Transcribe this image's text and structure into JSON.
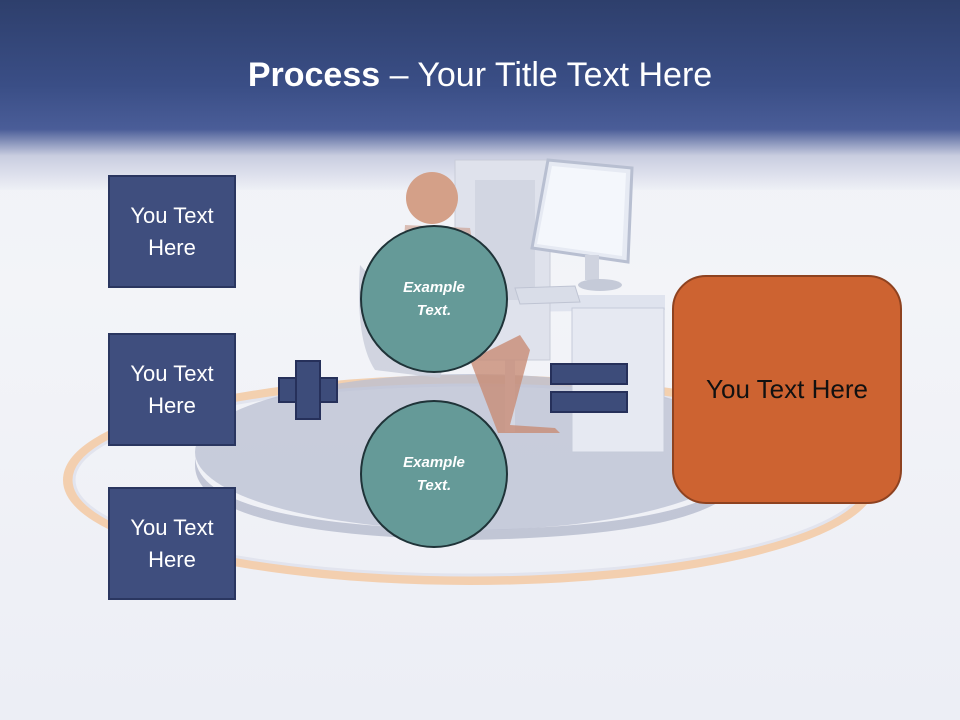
{
  "title": {
    "bold": "Process",
    "dash": " – ",
    "rest": "Your Title Text Here"
  },
  "left_boxes": [
    {
      "line1": "You Text",
      "line2": "Here"
    },
    {
      "line1": "You Text",
      "line2": "Here"
    },
    {
      "line1": "You Text",
      "line2": "Here"
    }
  ],
  "circles": [
    {
      "line1": "Example",
      "line2": "Text."
    },
    {
      "line1": "Example",
      "line2": "Text."
    }
  ],
  "result": {
    "label": "You Text Here"
  },
  "colors": {
    "header": "#3a4e86",
    "box": "#3f4e7e",
    "circle": "#659a98",
    "result": "#cd6331",
    "ring": "#f0b47a"
  },
  "icons": [
    "plus-icon",
    "equals-icon"
  ]
}
